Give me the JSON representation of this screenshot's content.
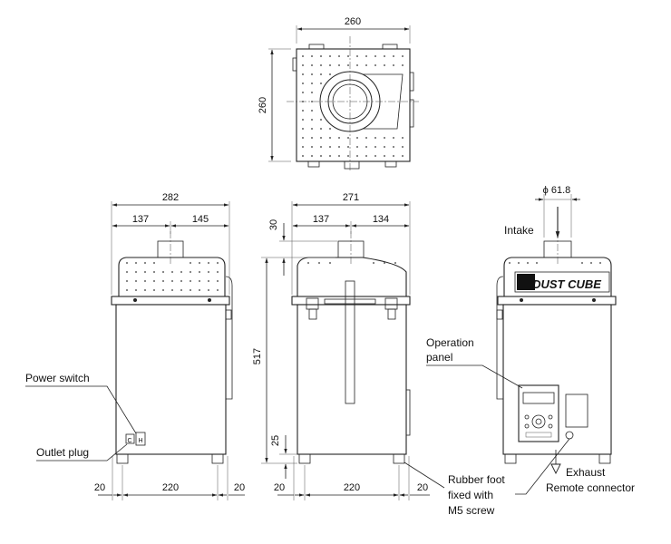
{
  "dimensions": {
    "top_width": "260",
    "top_depth": "260",
    "front_width": "282",
    "front_left": "137",
    "front_right": "145",
    "side_width": "271",
    "side_left": "137",
    "side_right": "134",
    "height": "517",
    "top_offset": "30",
    "foot_height": "25",
    "phi": "ϕ 61.8",
    "foot_edge_left": "20",
    "foot_span": "220",
    "foot_edge_right": "20"
  },
  "labels": {
    "intake": "Intake",
    "operation_panel_1": "Operation",
    "operation_panel_2": "panel",
    "power_switch": "Power switch",
    "outlet_plug": "Outlet plug",
    "rubber_foot_1": "Rubber foot",
    "rubber_foot_2": "fixed with",
    "rubber_foot_3": "M5 screw",
    "exhaust": "Exhaust",
    "remote_connector": "Remote connector",
    "brand": "DUST CUBE"
  }
}
